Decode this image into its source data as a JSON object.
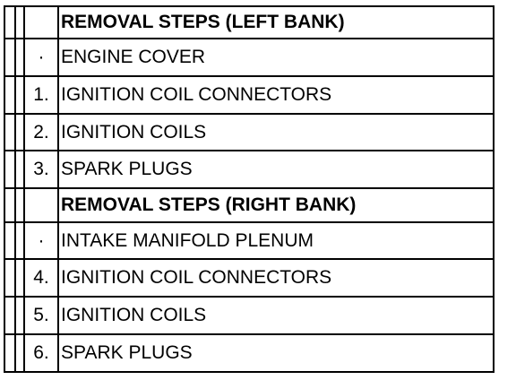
{
  "rows": [
    {
      "num": "",
      "text": "REMOVAL STEPS (LEFT BANK)",
      "header": true
    },
    {
      "num": "·",
      "text": "ENGINE COVER",
      "header": false
    },
    {
      "num": "1.",
      "text": "IGNITION COIL CONNECTORS",
      "header": false
    },
    {
      "num": "2.",
      "text": "IGNITION COILS",
      "header": false
    },
    {
      "num": "3.",
      "text": "SPARK PLUGS",
      "header": false
    },
    {
      "num": "",
      "text": "REMOVAL STEPS (RIGHT BANK)",
      "header": true
    },
    {
      "num": "·",
      "text": "INTAKE MANIFOLD PLENUM",
      "header": false
    },
    {
      "num": "4.",
      "text": "IGNITION COIL CONNECTORS",
      "header": false
    },
    {
      "num": "5.",
      "text": "IGNITION COILS",
      "header": false
    },
    {
      "num": "6.",
      "text": "SPARK PLUGS",
      "header": false
    }
  ]
}
